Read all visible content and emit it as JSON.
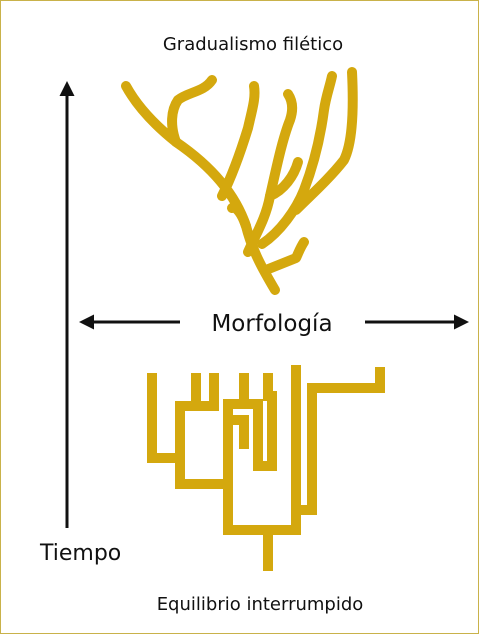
{
  "labels": {
    "top_title": "Gradualismo filético",
    "morphology": "Morfología",
    "time": "Tiempo",
    "bottom_title": "Equilibrio interrumpido"
  },
  "colors": {
    "branch": "#d4a80e",
    "arrow": "#111111",
    "frame_border": "#c9b24a"
  }
}
